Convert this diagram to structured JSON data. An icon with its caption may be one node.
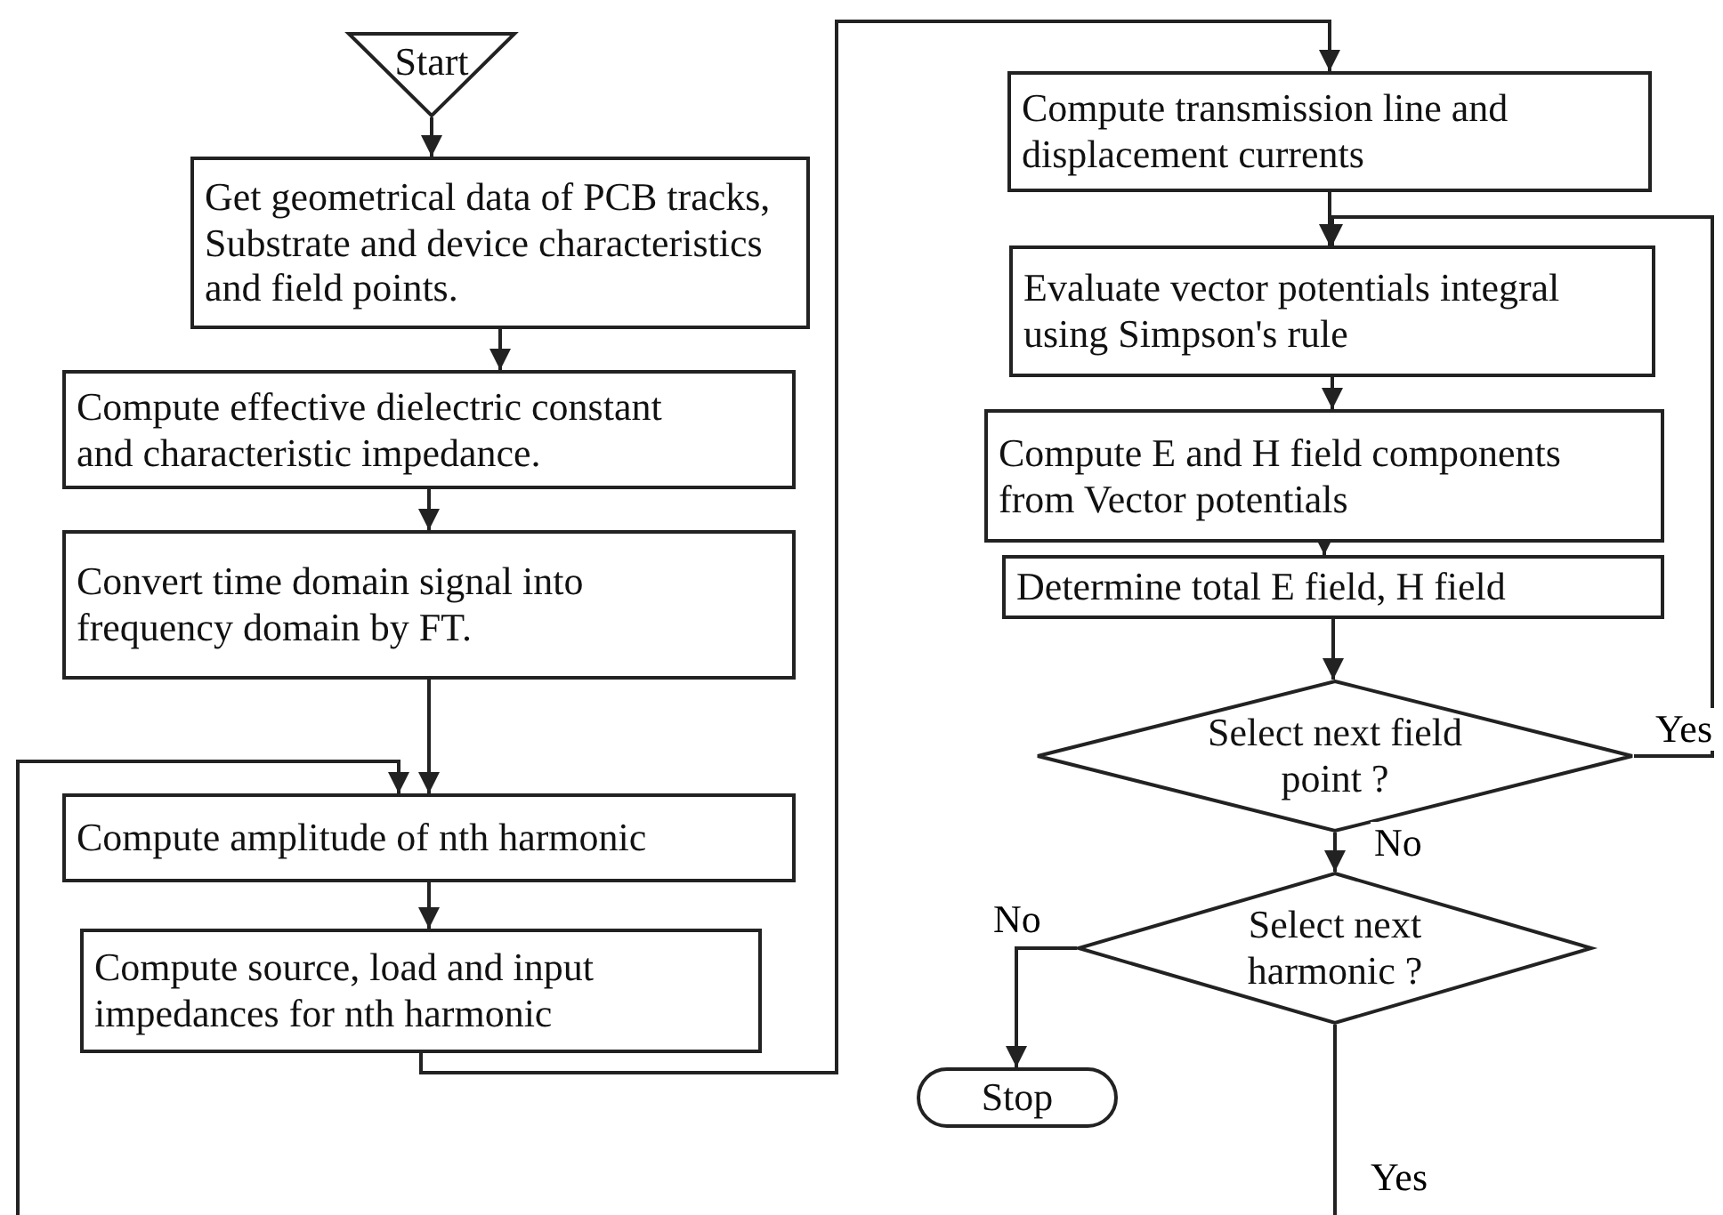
{
  "diagram": {
    "nodes": [
      {
        "text": [
          "Start"
        ]
      },
      {
        "text": [
          "Get geometrical data of PCB tracks, Substrate and device characteristics and field points."
        ]
      },
      {
        "text": [
          "Compute effective dielectric constant and characteristic impedance."
        ]
      },
      {
        "text": [
          "Convert time domain signal into frequency domain by FT."
        ]
      },
      {
        "text": [
          "Compute amplitude of nth harmonic"
        ]
      },
      {
        "text": [
          "Compute source, load and input impedances for nth harmonic"
        ]
      },
      {
        "text": [
          "Compute transmission line and displacement currents"
        ]
      },
      {
        "text": [
          "Evaluate vector potentials integral using Simpson's rule"
        ]
      },
      {
        "text": [
          "Compute E and H field components from Vector potentials"
        ]
      },
      {
        "text": [
          "Determine total E field, H field"
        ]
      },
      {
        "text": [
          "Select next field point ?"
        ]
      },
      {
        "text": [
          "Select next harmonic ?"
        ]
      },
      {
        "text": [
          "Stop"
        ]
      }
    ],
    "edges": [
      {
        "from": 0,
        "to": 1,
        "arrow": "to"
      },
      {
        "from": 1,
        "to": 2,
        "arrow": "to"
      },
      {
        "from": 2,
        "to": 3,
        "arrow": "to"
      },
      {
        "from": 3,
        "to": 4,
        "arrow": "to"
      },
      {
        "from": 4,
        "to": 5,
        "arrow": "to"
      },
      {
        "from": 5,
        "to": 6,
        "arrow": "to"
      },
      {
        "from": 6,
        "to": 7,
        "arrow": "to"
      },
      {
        "from": 7,
        "to": 8,
        "arrow": "to"
      },
      {
        "from": 8,
        "to": 9,
        "arrow": "to"
      },
      {
        "from": 9,
        "to": 10,
        "arrow": "to"
      },
      {
        "from": 10,
        "to": 11,
        "arrow": "to",
        "label": "No"
      },
      {
        "from": 11,
        "to": 12,
        "arrow": "to",
        "label": "No"
      },
      {
        "from": 10,
        "to": 7,
        "arrow": "to",
        "label": "Yes"
      },
      {
        "from": 11,
        "to": null,
        "arrow": "none",
        "label": "Yes"
      },
      {
        "from": null,
        "to": 4,
        "arrow": "to"
      }
    ]
  }
}
